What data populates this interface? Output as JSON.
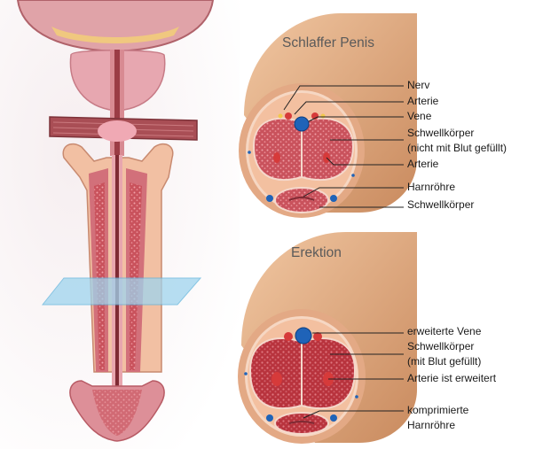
{
  "diagram": {
    "flaccid": {
      "title": "Schlaffer Penis",
      "labels": {
        "nerve": "Nerv",
        "artery_top": "Arterie",
        "vein": "Vene",
        "corpus_line1": "Schwellkörper",
        "corpus_line2": "(nicht mit Blut gefüllt)",
        "artery_inner": "Arterie",
        "urethra": "Harnröhre",
        "spongiosum": "Schwellkörper"
      }
    },
    "erect": {
      "title": "Erektion",
      "labels": {
        "vein": "erweiterte Vene",
        "corpus_line1": "Schwellkörper",
        "corpus_line2": "(mit Blut gefüllt)",
        "artery": "Arterie ist erweitert",
        "urethra_line1": "komprimierte",
        "urethra_line2": "Harnröhre"
      }
    },
    "colors": {
      "skin": "#e6b48a",
      "tissue": "#d9737b",
      "tissue_dark": "#b8454e",
      "vein": "#1f63b8",
      "artery": "#d63a3a",
      "section_plane": "#9fd4ee"
    }
  }
}
